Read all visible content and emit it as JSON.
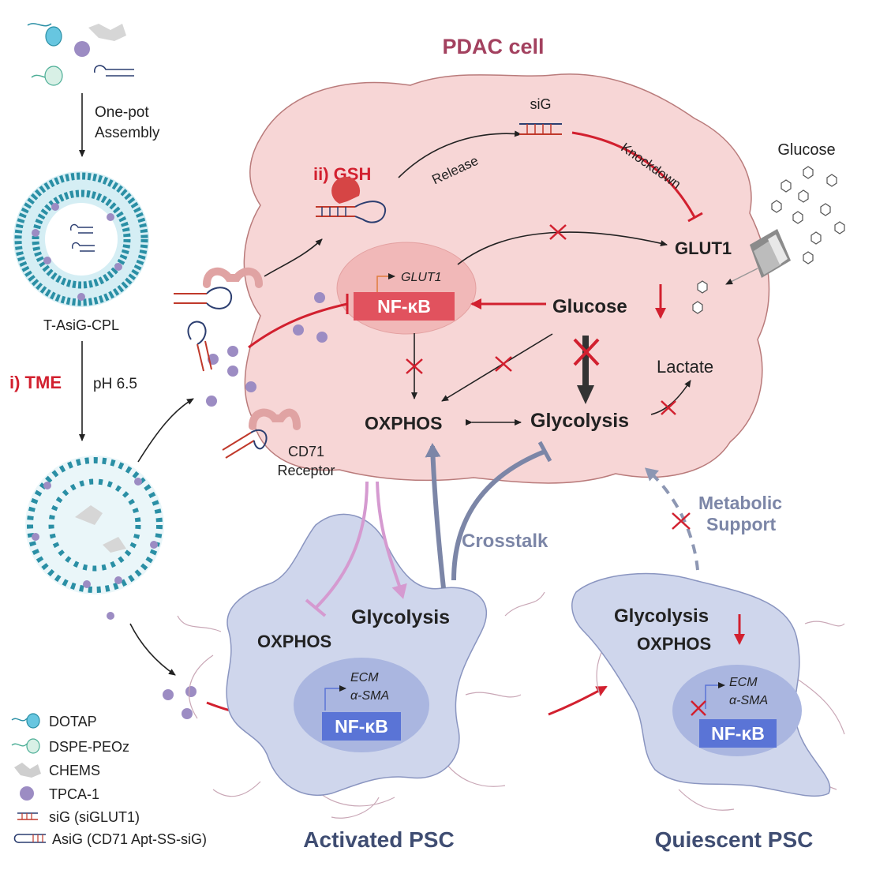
{
  "colors": {
    "pdac_fill": "#f7d6d6",
    "pdac_stroke": "#b97b7b",
    "psc_fill": "#cfd6ec",
    "psc_stroke": "#8a95c0",
    "red": "#d2202f",
    "title_pdac": "#a3415f",
    "title_psc": "#3f4d72",
    "nfkb_red": "#e1525e",
    "nfkb_blue": "#5a74d6",
    "crosstalk": "#7c86a7",
    "pink_arrow": "#d59ad0",
    "lipid_teal": "#2a8fa5",
    "tpca": "#9c8cc3"
  },
  "titles": {
    "pdac_cell": "PDAC cell",
    "activated_psc": "Activated PSC",
    "quiescent_psc": "Quiescent PSC"
  },
  "assembly": {
    "step1": "One-pot",
    "step2": "Assembly",
    "nanoparticle": "T-AsiG-CPL",
    "tme_label": "i) TME",
    "ph": "pH 6.5"
  },
  "pdac": {
    "gsh": "ii) GSH",
    "release": "Release",
    "sig": "siG",
    "knockdown": "Knockdown",
    "glut1_gene": "GLUT1",
    "nfkb": "NF-κB",
    "glut1": "GLUT1",
    "glucose_in": "Glucose",
    "glucose_out": "Glucose",
    "lactate": "Lactate",
    "oxphos": "OXPHOS",
    "glycolysis": "Glycolysis",
    "receptor1": "CD71",
    "receptor2": "Receptor"
  },
  "crosstalk": {
    "label": "Crosstalk",
    "metabolic1": "Metabolic",
    "metabolic2": "Support"
  },
  "activated": {
    "glycolysis": "Glycolysis",
    "oxphos": "OXPHOS",
    "ecm": "ECM",
    "asma": "α-SMA",
    "nfkb": "NF-κB"
  },
  "quiescent": {
    "glycolysis": "Glycolysis",
    "oxphos": "OXPHOS",
    "ecm": "ECM",
    "asma": "α-SMA",
    "nfkb": "NF-κB"
  },
  "legend": [
    {
      "icon": "dotap-icon",
      "label": "DOTAP"
    },
    {
      "icon": "dspe-peoz-icon",
      "label": "DSPE-PEOz"
    },
    {
      "icon": "chems-icon",
      "label": "CHEMS"
    },
    {
      "icon": "tpca-icon",
      "label": "TPCA-1"
    },
    {
      "icon": "sig-icon",
      "label": "siG (siGLUT1)"
    },
    {
      "icon": "asig-icon",
      "label": "AsiG (CD71 Apt-SS-siG)"
    }
  ]
}
